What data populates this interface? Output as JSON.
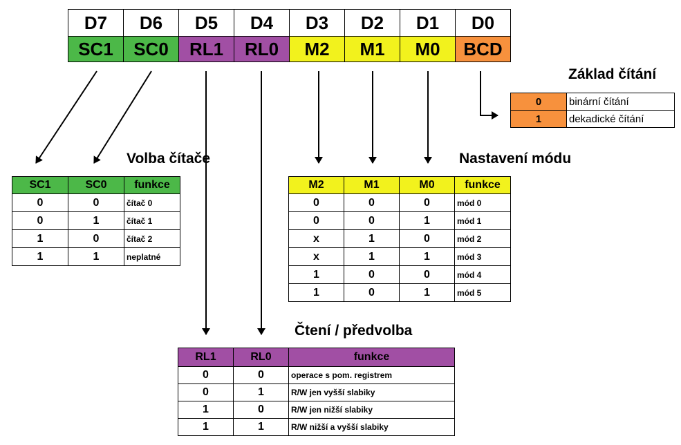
{
  "register": {
    "bits": [
      "D7",
      "D6",
      "D5",
      "D4",
      "D3",
      "D2",
      "D1",
      "D0"
    ],
    "names": [
      "SC1",
      "SC0",
      "RL1",
      "RL0",
      "M2",
      "M1",
      "M0",
      "BCD"
    ]
  },
  "colors": {
    "green": "#4CB848",
    "purple": "#A14FA4",
    "yellow": "#F2F21D",
    "orange": "#F7913D"
  },
  "bcd": {
    "title": "Základ čítání",
    "rows": [
      {
        "value": "0",
        "label": "binární čítání"
      },
      {
        "value": "1",
        "label": "dekadické čítání"
      }
    ]
  },
  "counter_select": {
    "title": "Volba čítače",
    "headers": [
      "SC1",
      "SC0",
      "funkce"
    ],
    "rows": [
      [
        "0",
        "0",
        "čítač 0"
      ],
      [
        "0",
        "1",
        "čítač 1"
      ],
      [
        "1",
        "0",
        "čítač 2"
      ],
      [
        "1",
        "1",
        "neplatné"
      ]
    ]
  },
  "mode_select": {
    "title": "Nastavení módu",
    "headers": [
      "M2",
      "M1",
      "M0",
      "funkce"
    ],
    "rows": [
      [
        "0",
        "0",
        "0",
        "mód 0"
      ],
      [
        "0",
        "0",
        "1",
        "mód 1"
      ],
      [
        "x",
        "1",
        "0",
        "mód 2"
      ],
      [
        "x",
        "1",
        "1",
        "mód 3"
      ],
      [
        "1",
        "0",
        "0",
        "mód 4"
      ],
      [
        "1",
        "0",
        "1",
        "mód 5"
      ]
    ]
  },
  "read_load": {
    "title": "Čtení / předvolba",
    "headers": [
      "RL1",
      "RL0",
      "funkce"
    ],
    "rows": [
      [
        "0",
        "0",
        "operace s pom. registrem"
      ],
      [
        "0",
        "1",
        "R/W jen vyšší slabiky"
      ],
      [
        "1",
        "0",
        "R/W jen nižší slabiky"
      ],
      [
        "1",
        "1",
        "R/W nižší a vyšší slabiky"
      ]
    ]
  }
}
